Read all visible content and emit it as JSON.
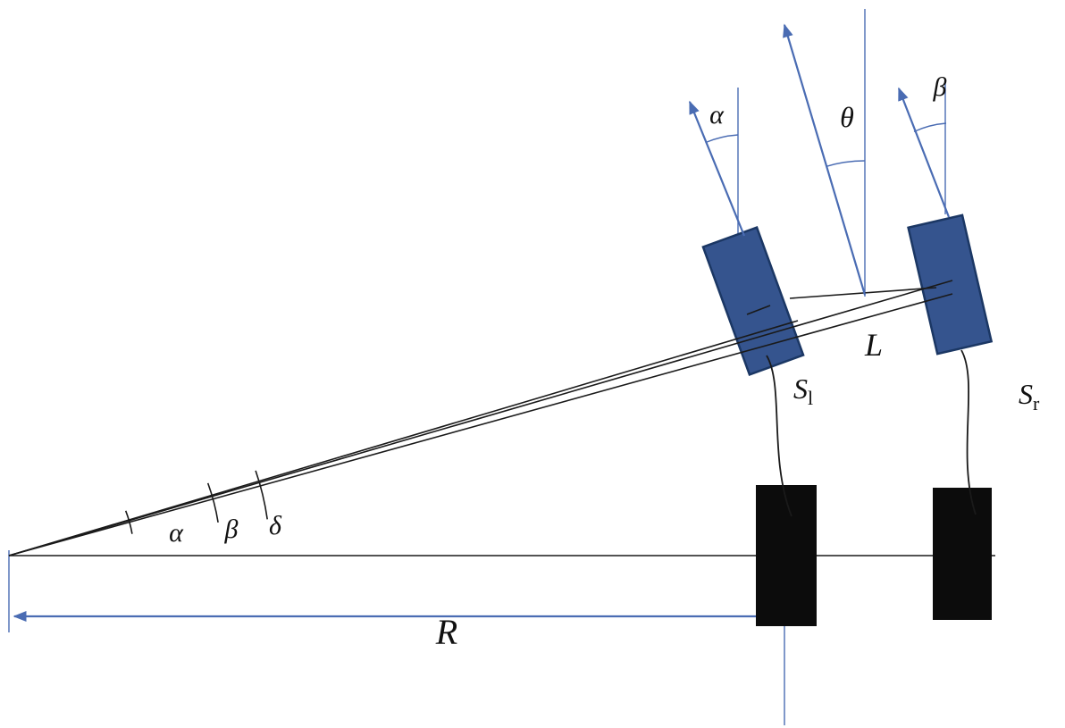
{
  "figure": {
    "type": "steering-geometry-diagram",
    "labels": {
      "front_left_steer_angle": "α",
      "heading_angle": "θ",
      "front_right_steer_angle": "β",
      "vertex_angle_alpha": "α",
      "vertex_angle_beta": "β",
      "vertex_angle_delta": "δ",
      "axle_length": "L",
      "turning_radius": "R",
      "left_arc": {
        "base": "S",
        "sub": "l"
      },
      "right_arc": {
        "base": "S",
        "sub": "r"
      }
    },
    "colors": {
      "wheel_fill": "#35548E",
      "wheel_stroke": "#1B3764",
      "blue_line": "#4A6CB3",
      "black_line": "#1A1A1A",
      "background": "#FFFFFF"
    }
  }
}
